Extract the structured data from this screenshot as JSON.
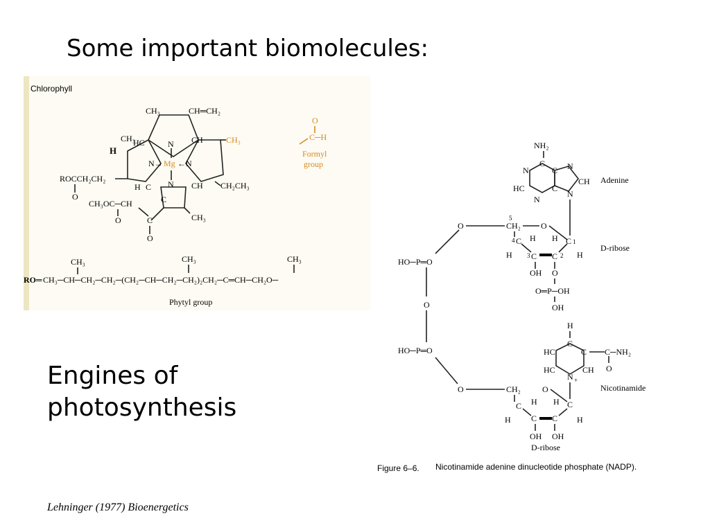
{
  "slide": {
    "title": "Some important biomolecules:",
    "engines_line1": "Engines of",
    "engines_line2": "photosynthesis",
    "citation": "Lehninger (1977) Bioenergetics"
  },
  "chlorophyll": {
    "heading": "Chlorophyll",
    "formyl_group": [
      "Formyl",
      "group"
    ],
    "phytyl_group": "Phytyl group",
    "accent_color": "#d4891f"
  },
  "nadp": {
    "adenine": "Adenine",
    "ribose_1": "D-ribose",
    "nicotinamide": "Nicotinamide",
    "ribose_2": "D-ribose",
    "caption_label": "Figure 6–6.",
    "caption_text": "Nicotinamide adenine dinucleotide phosphate (NADP)."
  }
}
